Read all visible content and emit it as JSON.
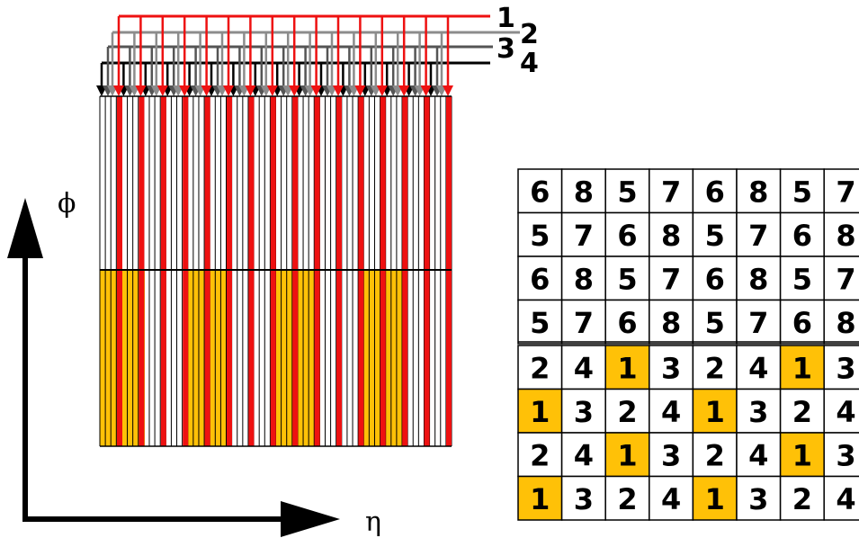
{
  "colors": {
    "red": "#ee1111",
    "gray": "#8c8c8c",
    "dark_gray": "#555555",
    "black": "#000000",
    "orange": "#ffc107",
    "dark_orange": "#d48a00"
  },
  "feed_labels": [
    "1",
    "2",
    "3",
    "4"
  ],
  "axes": {
    "phi": "ϕ",
    "eta": "η"
  },
  "grid": {
    "upper_rows": [
      [
        "6",
        "8",
        "5",
        "7",
        "6",
        "8",
        "5",
        "7"
      ],
      [
        "5",
        "7",
        "6",
        "8",
        "5",
        "7",
        "6",
        "8"
      ],
      [
        "6",
        "8",
        "5",
        "7",
        "6",
        "8",
        "5",
        "7"
      ],
      [
        "5",
        "7",
        "6",
        "8",
        "5",
        "7",
        "6",
        "8"
      ]
    ],
    "lower_rows": [
      [
        "2",
        "4",
        "1",
        "3",
        "2",
        "4",
        "1",
        "3"
      ],
      [
        "1",
        "3",
        "2",
        "4",
        "1",
        "3",
        "2",
        "4"
      ],
      [
        "2",
        "4",
        "1",
        "3",
        "2",
        "4",
        "1",
        "3"
      ],
      [
        "1",
        "3",
        "2",
        "4",
        "1",
        "3",
        "2",
        "4"
      ]
    ],
    "highlight_value": "1"
  }
}
